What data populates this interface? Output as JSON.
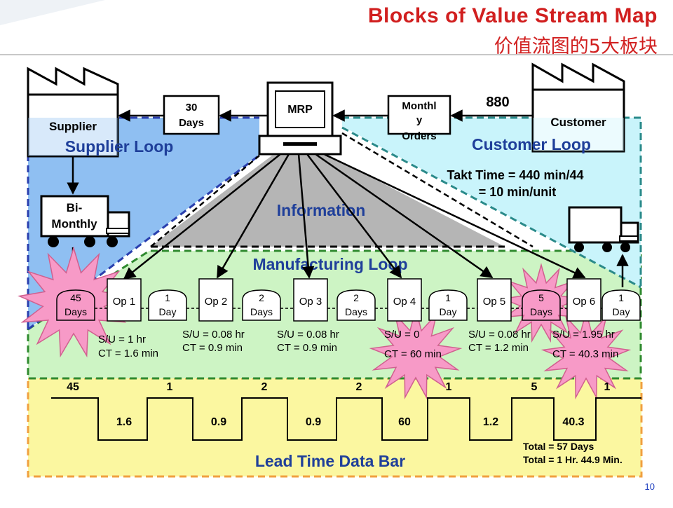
{
  "header": {
    "title_en": "Blocks of Value Stream Map",
    "title_zh": "价值流图的5大板块"
  },
  "page_number": "10",
  "colors": {
    "title": "#d11f1f",
    "supplier_loop_fill": "#8fbff2",
    "customer_loop_fill": "#c9f4fb",
    "information_fill": "#b5b5b5",
    "manufacturing_fill": "#cdf4c4",
    "lead_time_fill": "#fbf7a0",
    "burst_fill": "#f79ac7",
    "loop_label": "#1f3f9a"
  },
  "supplier": {
    "label": "Supplier"
  },
  "customer": {
    "label": "Customer",
    "quantity": "880"
  },
  "mrp": {
    "label": "MRP"
  },
  "info_boxes": {
    "supplier_schedule": {
      "line1": "30",
      "line2": "Days"
    },
    "customer_orders": {
      "line1": "Monthl",
      "line2": "y",
      "line3": "Orders"
    }
  },
  "loops": {
    "supplier": "Supplier Loop",
    "customer": "Customer Loop",
    "information": "Information",
    "manufacturing": "Manufacturing Loop",
    "lead_time": "Lead Time Data Bar"
  },
  "truck_supplier": {
    "line1": "Bi-",
    "line2": "Monthly"
  },
  "takt": {
    "line1": "Takt Time = 440 min/44",
    "line2": "= 10 min/unit"
  },
  "inventories": [
    {
      "line1": "45",
      "line2": "Days"
    },
    {
      "line1": "1",
      "line2": "Day"
    },
    {
      "line1": "2",
      "line2": "Days"
    },
    {
      "line1": "2",
      "line2": "Days"
    },
    {
      "line1": "1",
      "line2": "Day"
    },
    {
      "line1": "5",
      "line2": "Days"
    },
    {
      "line1": "1",
      "line2": "Day"
    }
  ],
  "operations": [
    {
      "label": "Op 1",
      "su": "S/U = 1 hr",
      "ct": "CT = 1.6 min"
    },
    {
      "label": "Op 2",
      "su": "S/U = 0.08 hr",
      "ct": "CT = 0.9 min"
    },
    {
      "label": "Op 3",
      "su": "S/U = 0.08 hr",
      "ct": "CT = 0.9 min"
    },
    {
      "label": "Op 4",
      "su": "S/U = 0",
      "ct": "CT = 60 min"
    },
    {
      "label": "Op 5",
      "su": "S/U = 0.08 hr",
      "ct": "CT = 1.2 min"
    },
    {
      "label": "Op 6",
      "su": "S/U = 1.95 hr",
      "ct": "CT = 40.3 min"
    }
  ],
  "lead_time_bar": {
    "days": [
      "45",
      "1",
      "2",
      "2",
      "1",
      "5",
      "1"
    ],
    "minutes": [
      "1.6",
      "0.9",
      "0.9",
      "60",
      "1.2",
      "40.3"
    ],
    "total_days": "Total = 57 Days",
    "total_time": "Total = 1 Hr. 44.9 Min."
  }
}
